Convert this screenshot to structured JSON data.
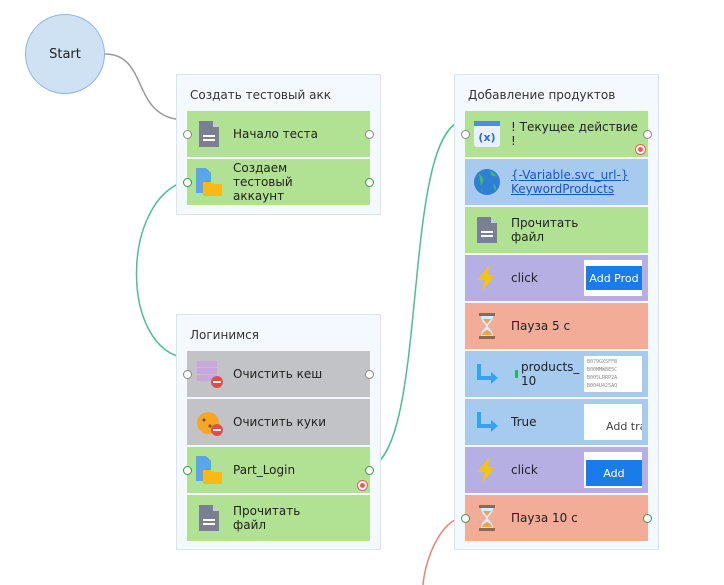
{
  "start": {
    "label": "Start"
  },
  "panels": [
    {
      "title": "Создать тестовый акк",
      "rows": [
        {
          "label": "Начало теста",
          "icon": "document-icon",
          "color": "green"
        },
        {
          "label": "Создаем тестовый аккаунт",
          "icon": "file-folder-icon",
          "color": "green"
        }
      ]
    },
    {
      "title": "Логинимся",
      "rows": [
        {
          "label": "Очистить кеш",
          "icon": "clear-cache-icon",
          "color": "gray"
        },
        {
          "label": "Очистить куки",
          "icon": "clear-cookies-icon",
          "color": "gray"
        },
        {
          "label": "Part_Login",
          "icon": "file-folder-icon",
          "color": "green",
          "breakpoint": true
        },
        {
          "label": "Прочитать файл",
          "icon": "document-icon",
          "color": "green"
        }
      ]
    },
    {
      "title": "Добавление продуктов",
      "rows": [
        {
          "label": "! Текущее действие !",
          "icon": "variable-icon",
          "color": "green",
          "breakpoint": true
        },
        {
          "label": "{-Variable.svc_url-} KeywordProducts",
          "icon": "globe-icon",
          "color": "blue"
        },
        {
          "label": "Прочитать файл",
          "icon": "document-icon",
          "color": "green"
        },
        {
          "label": "click",
          "icon": "lightning-icon",
          "color": "purple",
          "preview": "Add Prod"
        },
        {
          "label": "Пауза 5 с",
          "icon": "hourglass-icon",
          "color": "salmon"
        },
        {
          "label": "products_ 10",
          "icon": "branch-arrow-icon",
          "color": "blue",
          "preview_lines": [
            "B079GXSFFB",
            "B00MMW8E5C",
            "B005LRRP2A",
            "B004U425AQ"
          ]
        },
        {
          "label": "True",
          "icon": "branch-arrow-icon",
          "color": "blue",
          "preview": "Add tra"
        },
        {
          "label": "click",
          "icon": "lightning-icon",
          "color": "purple",
          "preview": "Add"
        },
        {
          "label": "Пауза 10 с",
          "icon": "hourglass-icon",
          "color": "salmon"
        }
      ]
    }
  ],
  "colors": {
    "green": "#b1e192",
    "blue": "#a6cbee",
    "purple": "#b6afe3",
    "salmon": "#f3ac98",
    "gray": "#c2c3c7",
    "wire_green": "#4cbf95",
    "wire_gray": "#999999",
    "wire_red": "#e8837a"
  }
}
